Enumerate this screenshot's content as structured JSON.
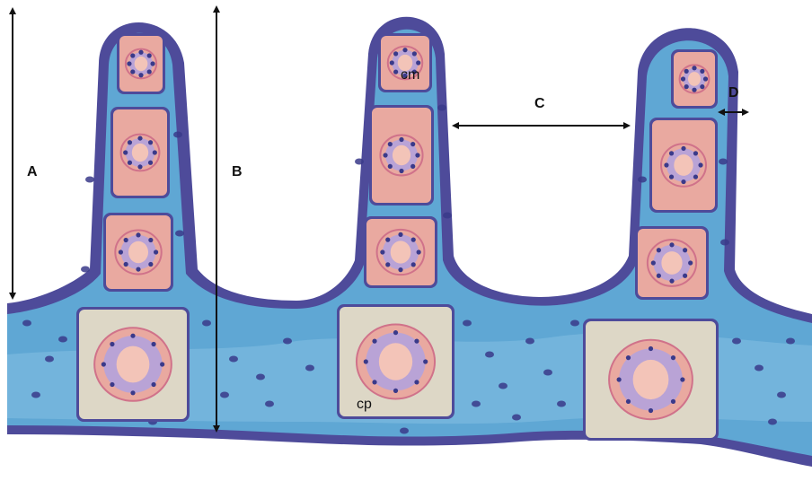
{
  "labels": {
    "a": "A",
    "b": "B",
    "c": "C",
    "d": "D",
    "cm": "cm",
    "cp": "cp"
  },
  "colors": {
    "tissue_fill": "#5fa7d4",
    "tissue_light": "#8cc6e6",
    "outer_border": "#4e4b9a",
    "inner_border": "#5a5aa8",
    "cell_fill": "#e9a9a0",
    "cell_fill_pale": "#ddd7c6",
    "nucleus_ring": "#b9a3d6",
    "nucleus_core": "#f3c4b8",
    "dot": "#3a3a8a",
    "arrow": "#111111"
  }
}
